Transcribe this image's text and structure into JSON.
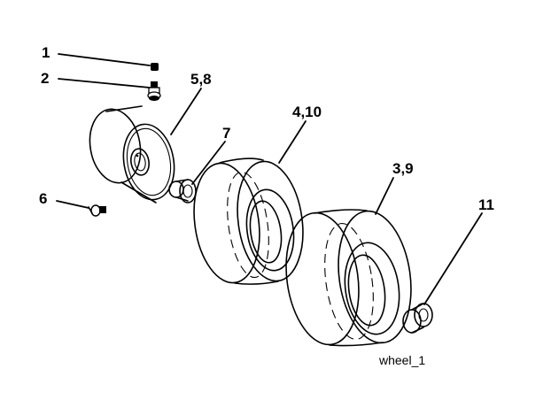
{
  "callouts": {
    "c1": "1",
    "c2": "2",
    "c3": "5,8",
    "c4": "7",
    "c5": "4,10",
    "c6": "6",
    "c7": "3,9",
    "c8": "11"
  },
  "caption": "wheel_1",
  "colors": {
    "line": "#000000",
    "background": "#ffffff"
  }
}
